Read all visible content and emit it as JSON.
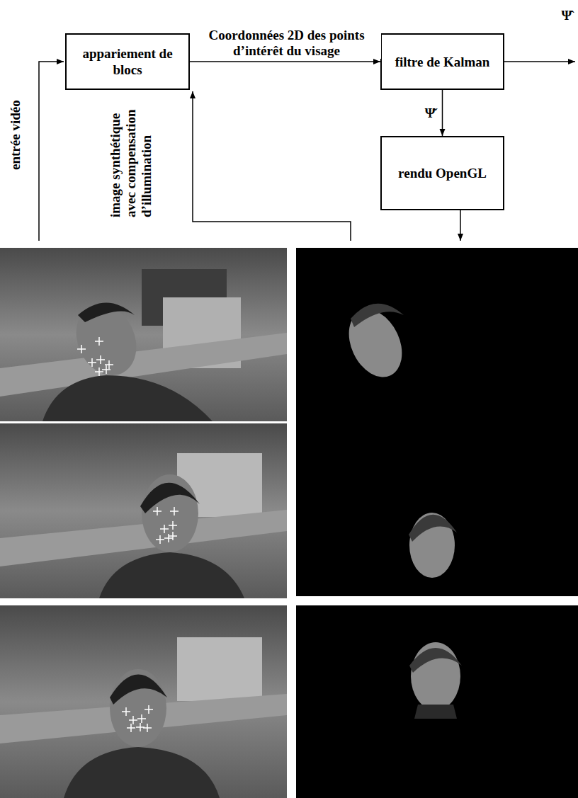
{
  "diagram": {
    "nodes": [
      {
        "text": [
          "appariement de blocs"
        ]
      },
      {
        "text": [
          "filtre de Kalman"
        ]
      },
      {
        "text": [
          "rendu OpenGL"
        ]
      }
    ],
    "edges": [
      {
        "from": 0,
        "to": 1,
        "arrow": "to",
        "label": "Coordonnées 2D des points d’intérêt du visage"
      },
      {
        "from": 1,
        "to": 2,
        "arrow": "to",
        "label": "Ψ̌"
      }
    ],
    "labels": [
      "Ψ̂",
      "entrée vidéo",
      "image synthétique avec compensation d’illumination"
    ]
  }
}
